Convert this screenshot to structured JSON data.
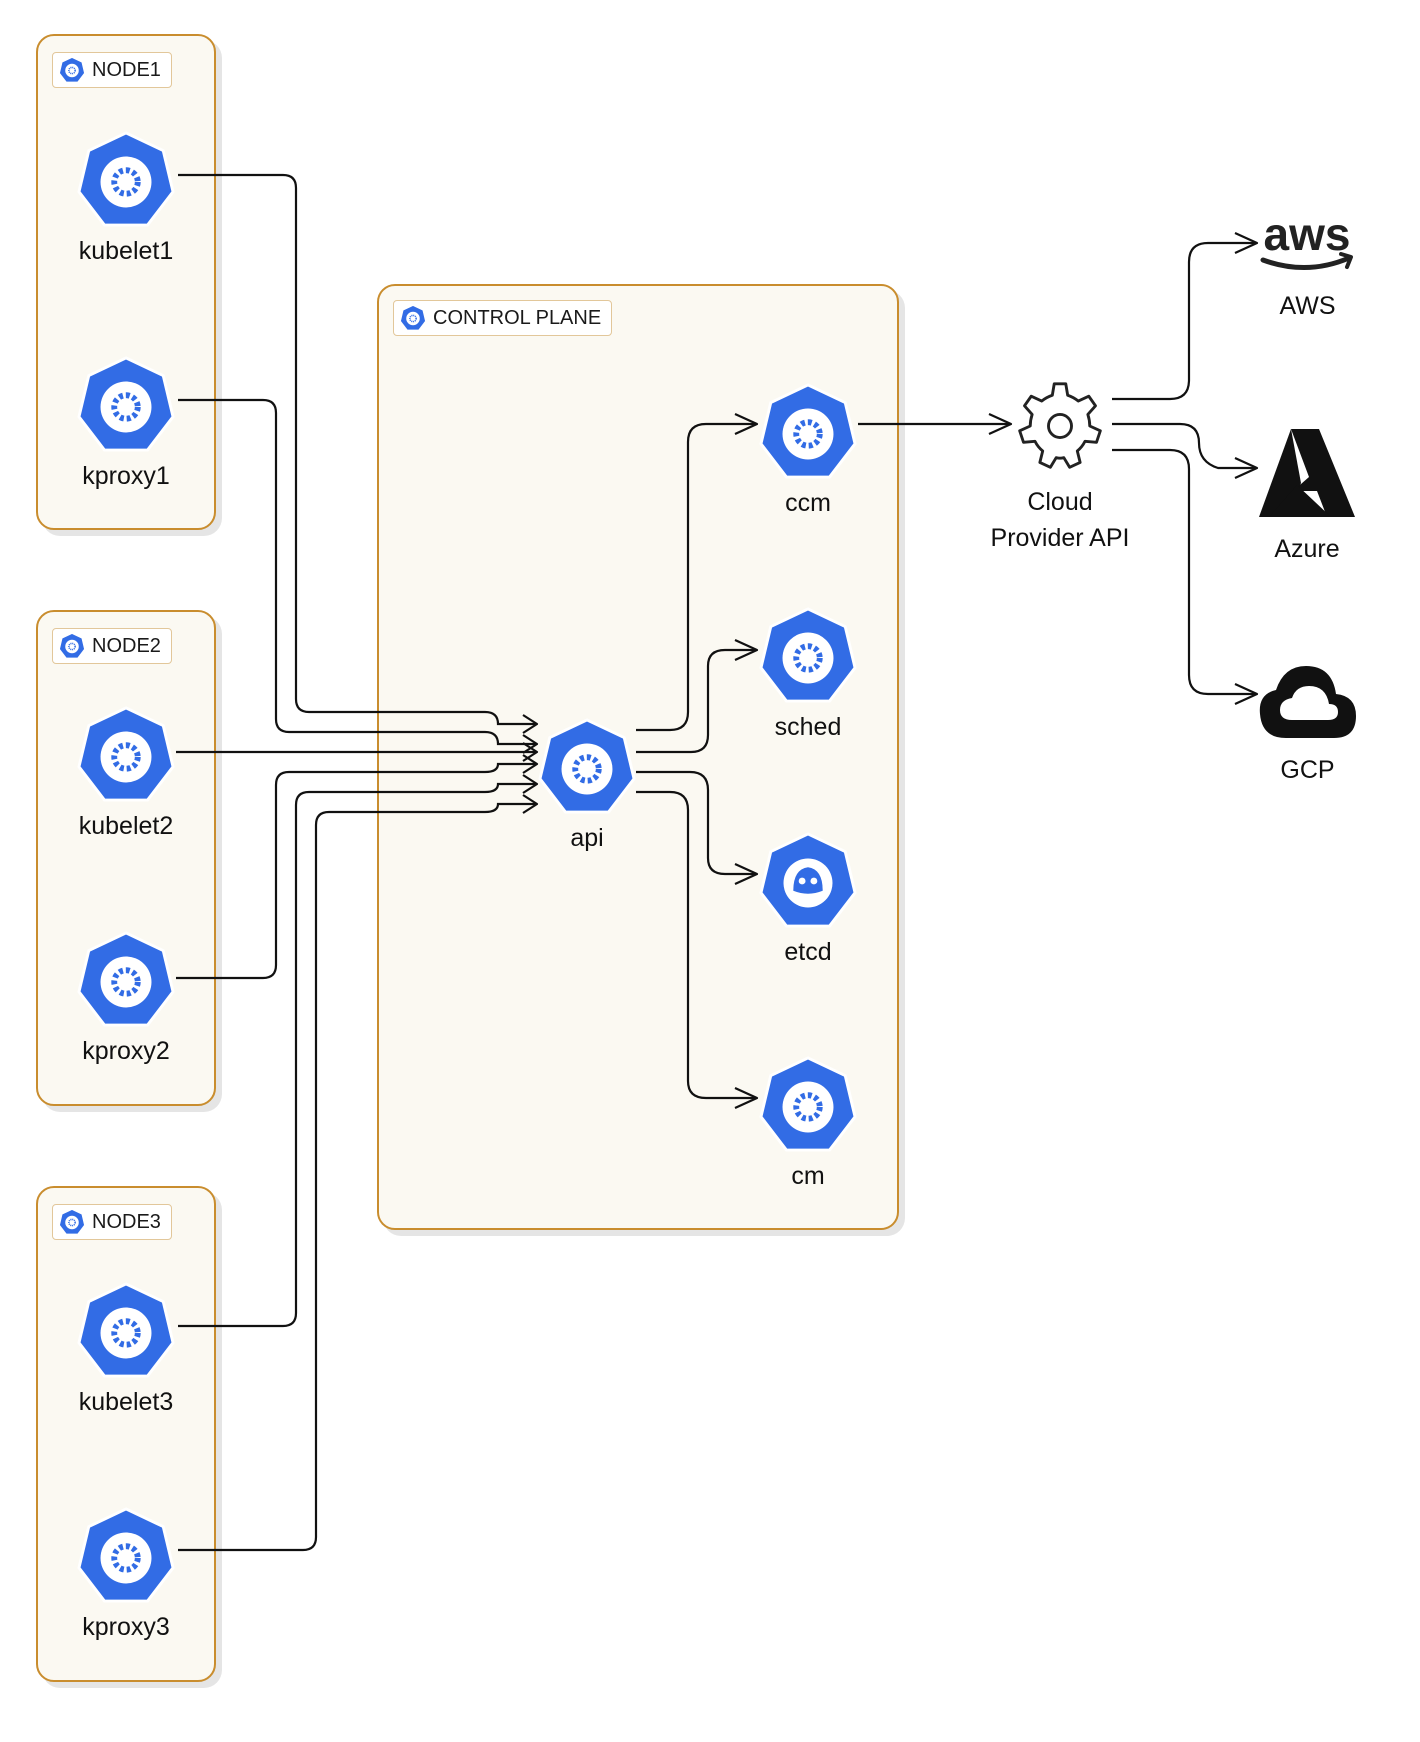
{
  "groups": {
    "node1": "NODE1",
    "node2": "NODE2",
    "node3": "NODE3",
    "control_plane": "CONTROL PLANE"
  },
  "nodes": {
    "kubelet1": "kubelet1",
    "kproxy1": "kproxy1",
    "kubelet2": "kubelet2",
    "kproxy2": "kproxy2",
    "kubelet3": "kubelet3",
    "kproxy3": "kproxy3",
    "api": "api",
    "ccm": "ccm",
    "sched": "sched",
    "etcd": "etcd",
    "cm": "cm"
  },
  "cloud": {
    "label": "Cloud Provider API",
    "aws_wordmark": "aws",
    "aws": "AWS",
    "azure": "Azure",
    "gcp": "GCP"
  },
  "colors": {
    "k8s_blue": "#326ce5",
    "group_border": "#c98d2e",
    "group_fill": "#fbf9f2",
    "edge": "#111111"
  },
  "icons": {
    "node_components": "kubernetes-component-icon",
    "etcd": "etcd-icon",
    "cloud_provider": "gear-icon",
    "aws": "aws-logo",
    "azure": "azure-logo",
    "gcp": "google-cloud-logo"
  }
}
